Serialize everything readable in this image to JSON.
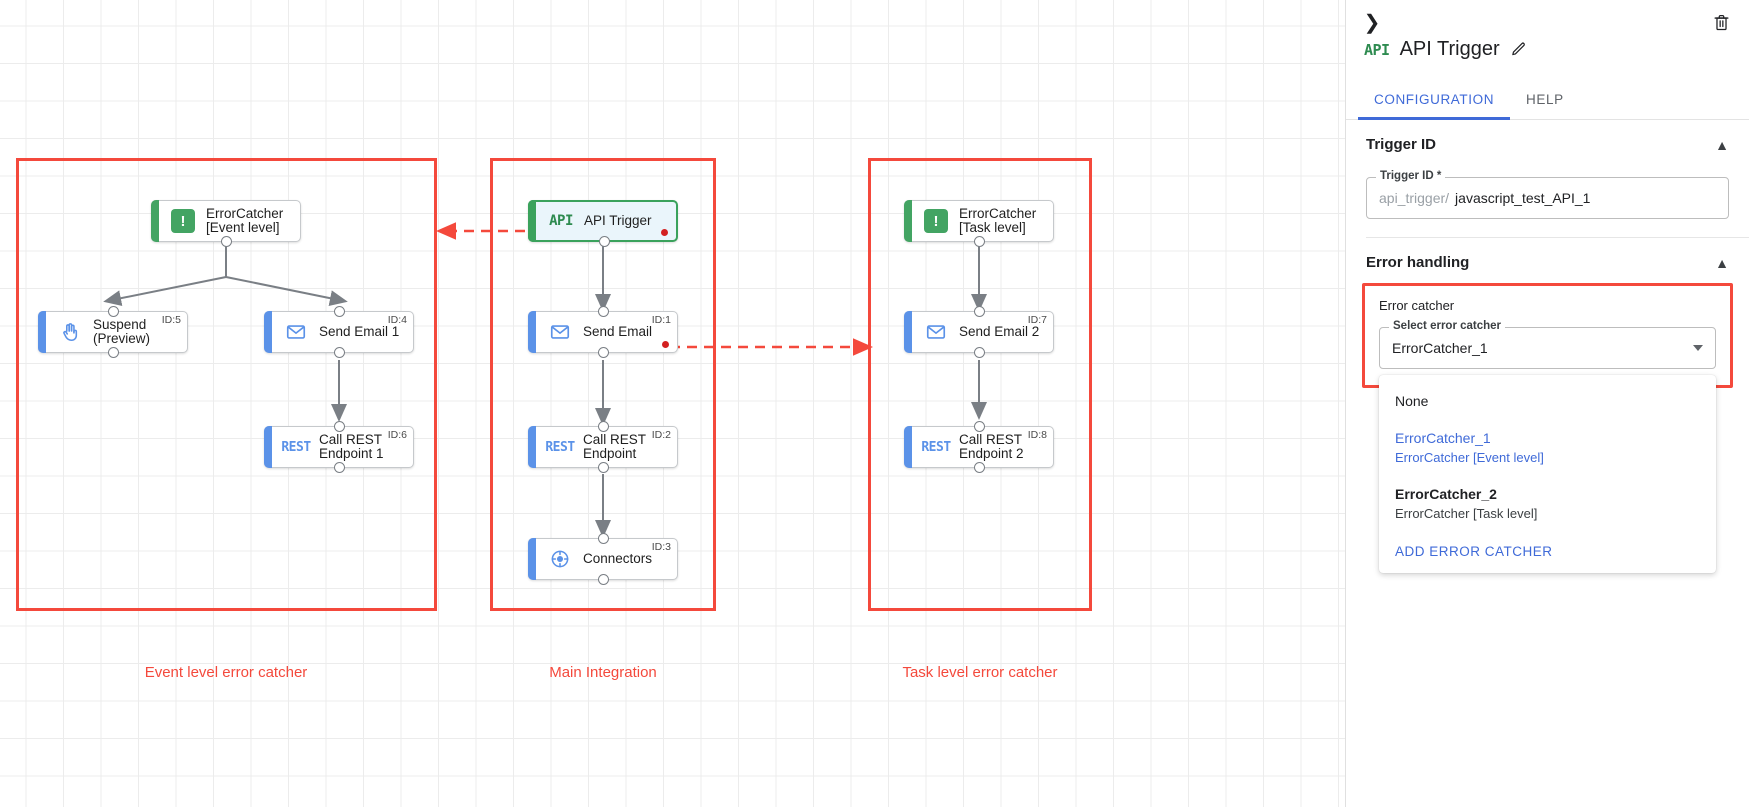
{
  "canvas": {
    "groups": [
      {
        "caption": "Event level error catcher",
        "color": "#f4493c"
      },
      {
        "caption": "Main Integration",
        "color": "#f4493c"
      },
      {
        "caption": "Task level error catcher",
        "color": "#f4493c"
      }
    ],
    "nodes": {
      "ec_event": {
        "label": "ErrorCatcher\n[Event level]",
        "id": "",
        "icon": "error-catcher-icon"
      },
      "suspend": {
        "label": "Suspend\n(Preview)",
        "id": "ID:5",
        "icon": "hand-icon"
      },
      "email1": {
        "label": "Send Email 1",
        "id": "ID:4",
        "icon": "envelope-icon"
      },
      "rest1": {
        "label": "Call REST\nEndpoint 1",
        "id": "ID:6",
        "icon": "rest-icon"
      },
      "api": {
        "label": "API Trigger",
        "id": "",
        "icon": "api-icon"
      },
      "email": {
        "label": "Send Email",
        "id": "ID:1",
        "icon": "envelope-icon"
      },
      "rest": {
        "label": "Call REST\nEndpoint",
        "id": "ID:2",
        "icon": "rest-icon"
      },
      "connectors": {
        "label": "Connectors",
        "id": "ID:3",
        "icon": "connectors-icon"
      },
      "ec_task": {
        "label": "ErrorCatcher\n[Task level]",
        "id": "",
        "icon": "error-catcher-icon"
      },
      "email2": {
        "label": "Send Email 2",
        "id": "ID:7",
        "icon": "envelope-icon"
      },
      "rest2": {
        "label": "Call REST\nEndpoint 2",
        "id": "ID:8",
        "icon": "rest-icon"
      }
    },
    "icon_text": {
      "api": "API",
      "rest": "REST",
      "error_catcher": "!"
    }
  },
  "panel": {
    "collapse_icon": "chevron-right-icon",
    "delete_icon": "trash-icon",
    "title": "API Trigger",
    "title_icon_text": "API",
    "edit_icon": "pencil-icon",
    "tabs": [
      {
        "label": "CONFIGURATION",
        "active": true
      },
      {
        "label": "HELP",
        "active": false
      }
    ],
    "sections": {
      "trigger_id": {
        "header": "Trigger ID",
        "field_legend": "Trigger ID *",
        "field_prefix": "api_trigger/",
        "field_value": "javascript_test_API_1"
      },
      "error_handling": {
        "header": "Error handling",
        "box_label": "Error catcher",
        "select_legend": "Select error catcher",
        "select_value": "ErrorCatcher_1",
        "options": [
          {
            "primary": "None",
            "secondary": "",
            "selected": false,
            "bold": false
          },
          {
            "primary": "ErrorCatcher_1",
            "secondary": "ErrorCatcher [Event level]",
            "selected": true,
            "bold": false
          },
          {
            "primary": "ErrorCatcher_2",
            "secondary": "ErrorCatcher [Task level]",
            "selected": false,
            "bold": true
          }
        ],
        "add_action": "ADD ERROR CATCHER"
      }
    }
  },
  "colors": {
    "accent_blue": "#3f6ad8",
    "node_blue": "#5b92e8",
    "node_green": "#43a463",
    "error_red": "#f4493c",
    "status_dot": "#d32020"
  }
}
